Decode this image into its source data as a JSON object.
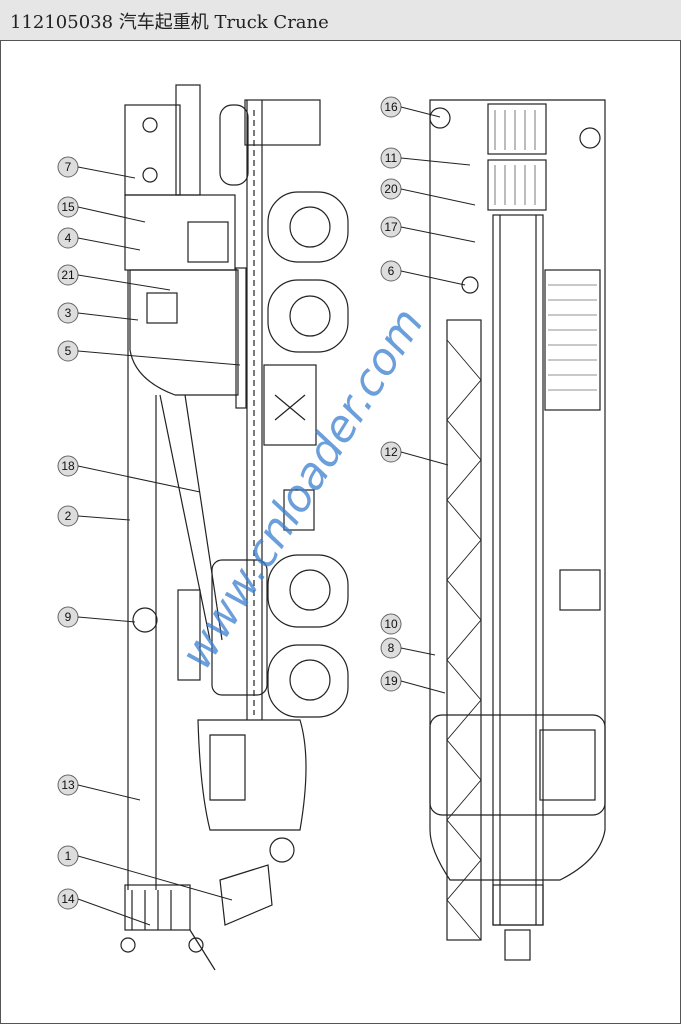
{
  "header": {
    "title": "112105038 汽车起重机 Truck Crane"
  },
  "watermark": {
    "text": "www.cnloader.com",
    "color": "#3a7fd0"
  },
  "left_callouts": [
    "7",
    "15",
    "4",
    "21",
    "3",
    "5",
    "18",
    "2",
    "9",
    "13",
    "1",
    "14"
  ],
  "right_callouts": [
    "16",
    "11",
    "20",
    "17",
    "6",
    "12",
    "10",
    "8",
    "19"
  ]
}
